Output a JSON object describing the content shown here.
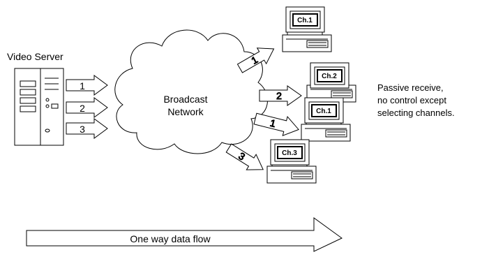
{
  "server": {
    "label": "Video Server"
  },
  "network": {
    "line1": "Broadcast",
    "line2": "Network"
  },
  "server_streams": [
    "1",
    "2",
    "3"
  ],
  "receivers": [
    {
      "screen": "Ch.1",
      "arrow": "1"
    },
    {
      "screen": "Ch.2",
      "arrow": "2"
    },
    {
      "screen": "Ch.1",
      "arrow": "1"
    },
    {
      "screen": "Ch.3",
      "arrow": "3"
    }
  ],
  "note": {
    "line1": "Passive receive,",
    "line2": "no control except",
    "line3": "selecting channels."
  },
  "flow": {
    "label": "One way data flow"
  }
}
